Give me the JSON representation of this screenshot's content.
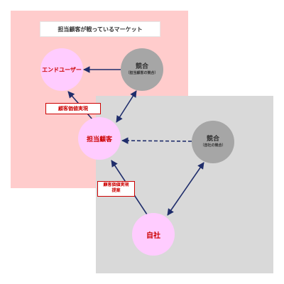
{
  "title": "担当顧客が戦っているマーケット",
  "nodes": {
    "end_user": "エンドユーザー",
    "client": "担当顧客",
    "competitor_client": {
      "label": "競合",
      "sublabel": "（担当顧客の競合）"
    },
    "competitor_self": {
      "label": "競合",
      "sublabel": "（自社の競合）"
    },
    "self": "自社"
  },
  "tags": {
    "value_realization": "顧客価値実現",
    "value_proposal_line1": "顧客価値実現",
    "value_proposal_line2": "提案"
  },
  "colors": {
    "pink_region": "#ffcccc",
    "gray_region": "#d9d9d9",
    "pink_node": "#ffccff",
    "gray_node": "#a6a6a6",
    "arrow": "#1f2d6b",
    "accent_text": "#cc0000"
  }
}
